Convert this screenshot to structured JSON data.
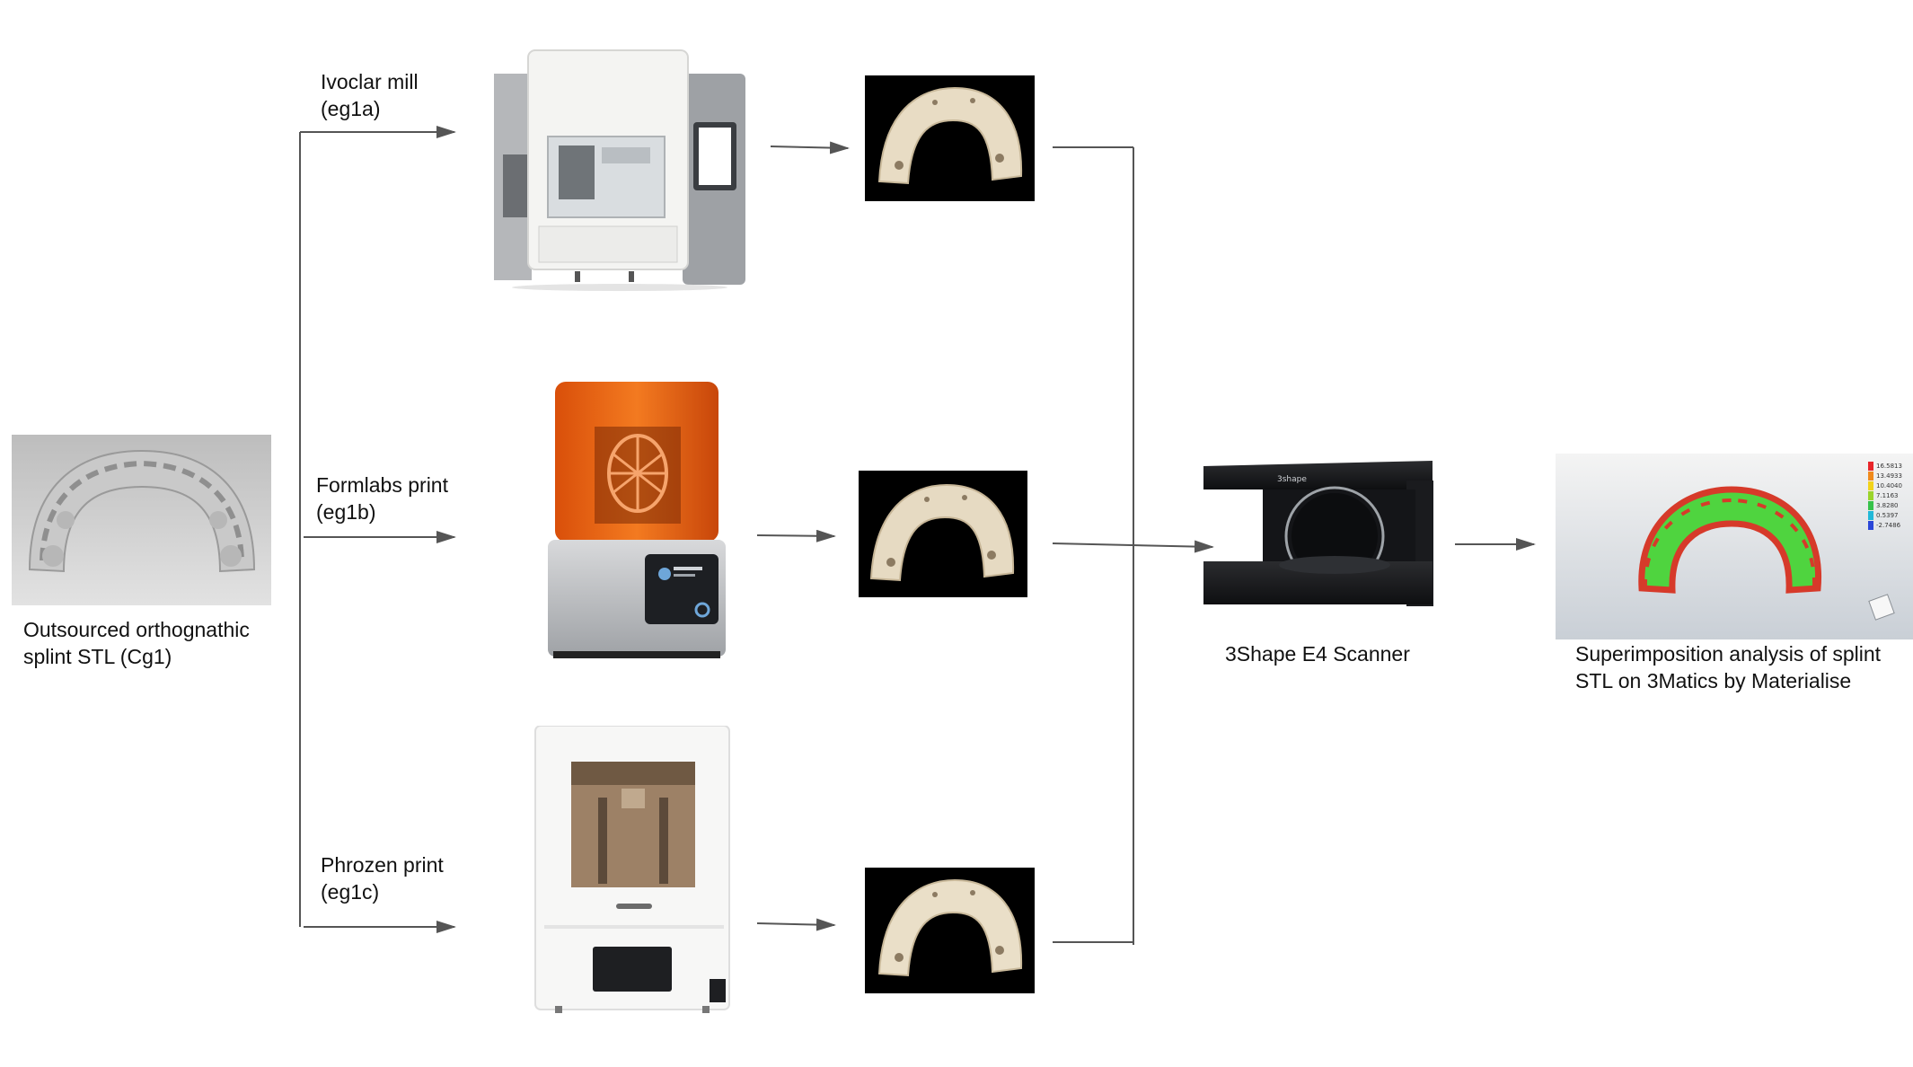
{
  "source": {
    "caption_line1": "Outsourced orthognathic",
    "caption_line2": "splint STL (Cg1)"
  },
  "branches": [
    {
      "name_line1": "Ivoclar mill",
      "name_line2": "(eg1a)"
    },
    {
      "name_line1": "Formlabs print",
      "name_line2": "(eg1b)"
    },
    {
      "name_line1": "Phrozen print",
      "name_line2": "(eg1c)"
    }
  ],
  "scanner": {
    "label": "3Shape E4 Scanner",
    "brand_mark": "3shape",
    "sign_on_body": ""
  },
  "analysis": {
    "caption_line1": "Superimposition analysis of splint",
    "caption_line2": "STL on 3Matics by Materialise",
    "legend_values": [
      "16.5813",
      "13.4933",
      "10.4040",
      "7.1163",
      "3.8280",
      "0.5397",
      "-2.7486"
    ],
    "legend_colors": [
      "#e8262a",
      "#f08a1c",
      "#f2d31a",
      "#9bd42b",
      "#36c24a",
      "#22b8d8",
      "#2a46d8"
    ]
  },
  "colors": {
    "arrow": "#555555",
    "print_bg": "#000000",
    "splint": "#e9dfc9",
    "stl_bg": "#d2d2d2",
    "formlabs_orange": "#f06d14",
    "green_fit": "#4fd43f",
    "red_dev": "#d63a2a"
  },
  "icons": {
    "mill": "milling-machine-icon",
    "formlabs": "resin-printer-icon",
    "phrozen": "lcd-printer-icon",
    "scanner": "desktop-scanner-icon"
  }
}
